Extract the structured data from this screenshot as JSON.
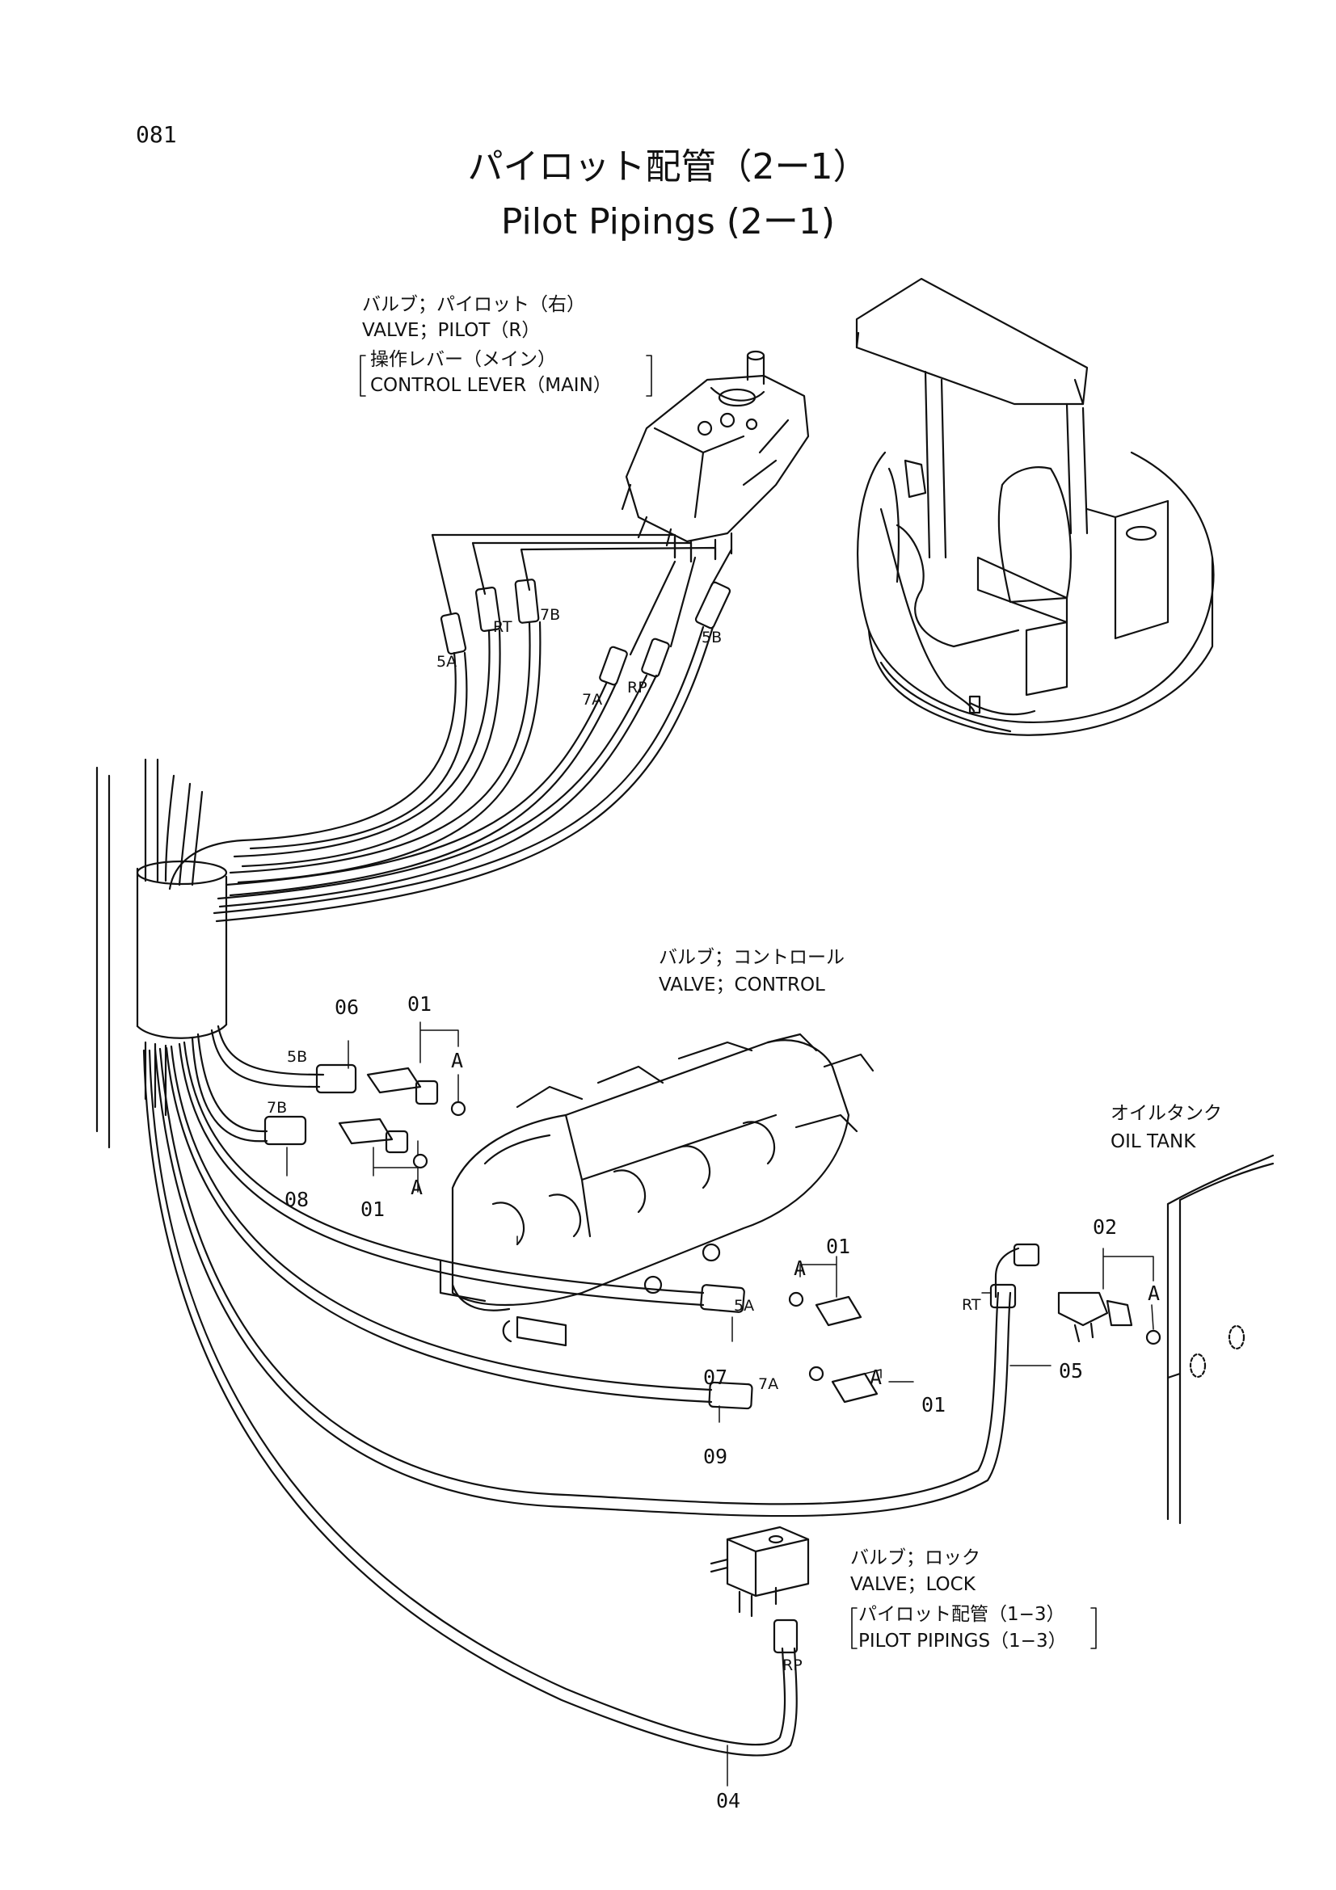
{
  "page_number": "081",
  "title": {
    "japanese": "パイロット配管（2ー1）",
    "english": "Pilot Pipings (2ー1)"
  },
  "component_labels": {
    "pilot_valve": {
      "jp": "バルブ；パイロット（右）",
      "en": "VALVE；PILOT（R）",
      "sub_jp": "操作レバー（メイン）",
      "sub_en": "CONTROL LEVER（MAIN）"
    },
    "control_valve": {
      "jp": "バルブ；コントロール",
      "en": "VALVE；CONTROL"
    },
    "oil_tank": {
      "jp": "オイルタンク",
      "en": "OIL TANK"
    },
    "lock_valve": {
      "jp": "バルブ；ロック",
      "en": "VALVE；LOCK",
      "sub_jp": "パイロット配管（1−3）",
      "sub_en": "PILOT PIPINGS（1−3）"
    }
  },
  "part_callouts": {
    "c06": "06",
    "c01_top": "01",
    "c08": "08",
    "c01_mid": "01",
    "c01_right": "01",
    "c07": "07",
    "c01_bottom": "01",
    "c09": "09",
    "c02": "02",
    "c05": "05",
    "c04": "04"
  },
  "detail_refs": {
    "a1": "A",
    "a2": "A",
    "a3": "A",
    "a4": "A",
    "a5": "A"
  },
  "port_labels": {
    "p5a_top": "5A",
    "prt_top": "RT",
    "p7b_top": "7B",
    "p5b_top": "5B",
    "p7a_top": "7A",
    "prp_top": "RP",
    "p5b_mid": "5B",
    "p7b_mid": "7B",
    "p5a_mid": "5A",
    "p7a_mid": "7A",
    "prt_tank": "RT",
    "prp_lock": "RP"
  }
}
